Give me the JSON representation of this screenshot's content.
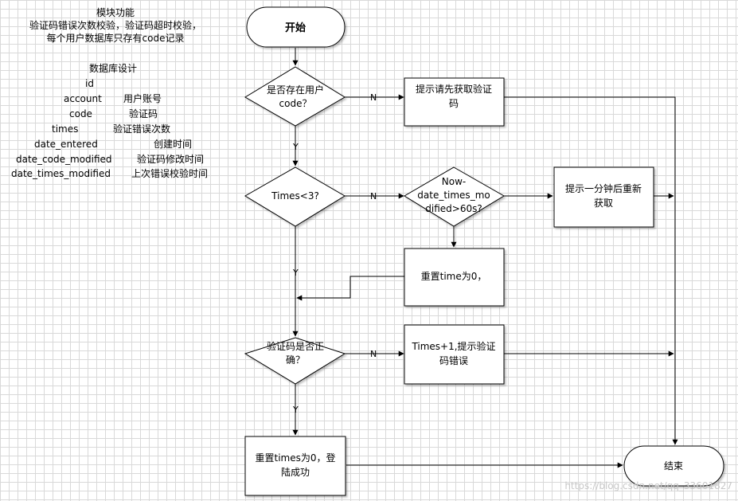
{
  "module_notes": {
    "title": "模块功能",
    "line1": "验证码错误次数校验，验证码超时校验，",
    "line2": "每个用户数据库只存有code记录"
  },
  "db_design": {
    "title": "数据库设计",
    "fields": [
      {
        "name": "id",
        "desc": ""
      },
      {
        "name": "account",
        "desc": "用户账号"
      },
      {
        "name": "code",
        "desc": "验证码"
      },
      {
        "name": "times",
        "desc": "验证错误次数"
      },
      {
        "name": "date_entered",
        "desc": "创建时间"
      },
      {
        "name": "date_code_modified",
        "desc": "验证码修改时间"
      },
      {
        "name": "date_times_modified",
        "desc": "上次错误校验时间"
      }
    ]
  },
  "flow": {
    "start": "开始",
    "end": "结束",
    "decision_code_exists": [
      "是否存在用户",
      "code？"
    ],
    "box_get_code_first": [
      "提示请先获取验证",
      "码"
    ],
    "decision_times": [
      "Times<3?"
    ],
    "decision_timeout": [
      "Now-",
      "date_times_mo",
      "dified>60s?"
    ],
    "box_wait_minute": [
      "提示一分钟后重新",
      "获取"
    ],
    "box_reset_time": [
      "重置time为0，"
    ],
    "decision_code_correct": [
      "验证码是否正",
      "确？"
    ],
    "box_times_plus": [
      "Times+1,提示验证",
      "码错误"
    ],
    "box_login_success": [
      "重置times为0，登",
      "陆成功"
    ],
    "label_no": "N",
    "label_yes": "Y"
  },
  "watermark": "https://blog.csdn.net/qq_33601827"
}
